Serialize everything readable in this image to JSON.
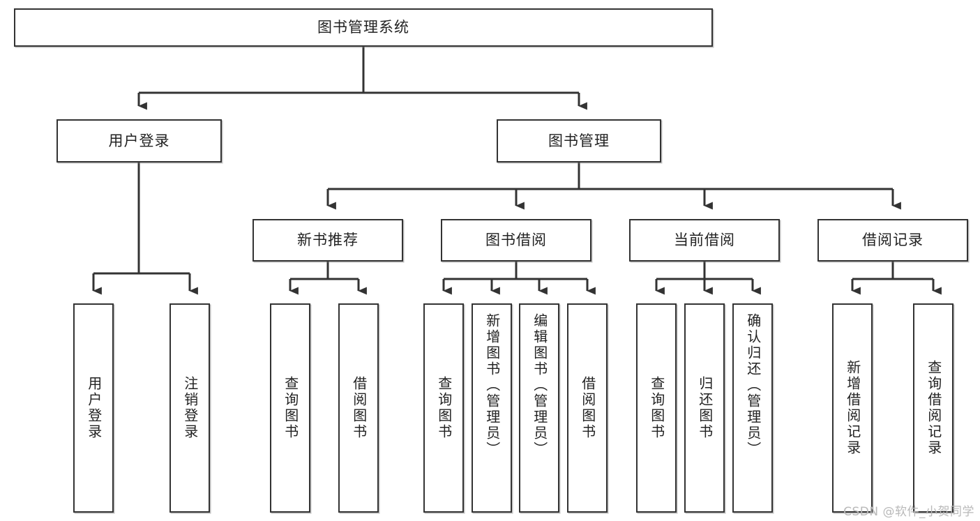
{
  "diagram": {
    "title": "图书管理系统",
    "type": "tree-hierarchy-chart",
    "colors": {
      "box_border": "#333333",
      "box_fill": "#ffffff",
      "connector": "#333333",
      "text": "#222222",
      "watermark": "#b9b9b9"
    },
    "watermark": "CSDN @软件_小贺同学",
    "levels": {
      "root": {
        "label": "图书管理系统"
      },
      "level2": [
        {
          "id": "user-login",
          "label": "用户登录"
        },
        {
          "id": "book-manage",
          "label": "图书管理"
        }
      ],
      "level3": [
        {
          "id": "new-book-recommend",
          "label": "新书推荐",
          "parent": "book-manage"
        },
        {
          "id": "book-borrow",
          "label": "图书借阅",
          "parent": "book-manage"
        },
        {
          "id": "current-borrow",
          "label": "当前借阅",
          "parent": "book-manage"
        },
        {
          "id": "borrow-record",
          "label": "借阅记录",
          "parent": "book-manage"
        }
      ],
      "leaves": {
        "user-login": [
          {
            "id": "leaf-user-login",
            "label": "用户登录"
          },
          {
            "id": "leaf-logout",
            "label": "注销登录"
          }
        ],
        "new-book-recommend": [
          {
            "id": "leaf-query-book-1",
            "label": "查询图书"
          },
          {
            "id": "leaf-borrow-book-1",
            "label": "借阅图书"
          }
        ],
        "book-borrow": [
          {
            "id": "leaf-query-book-2",
            "label": "查询图书"
          },
          {
            "id": "leaf-add-book",
            "label": "新增图书（管理员）"
          },
          {
            "id": "leaf-edit-book",
            "label": "编辑图书（管理员）"
          },
          {
            "id": "leaf-borrow-book-2",
            "label": "借阅图书"
          }
        ],
        "current-borrow": [
          {
            "id": "leaf-query-book-3",
            "label": "查询图书"
          },
          {
            "id": "leaf-return-book",
            "label": "归还图书"
          },
          {
            "id": "leaf-confirm-return",
            "label": "确认归还（管理员）"
          }
        ],
        "borrow-record": [
          {
            "id": "leaf-add-record",
            "label": "新增借阅记录"
          },
          {
            "id": "leaf-query-record",
            "label": "查询借阅记录"
          }
        ]
      }
    }
  }
}
